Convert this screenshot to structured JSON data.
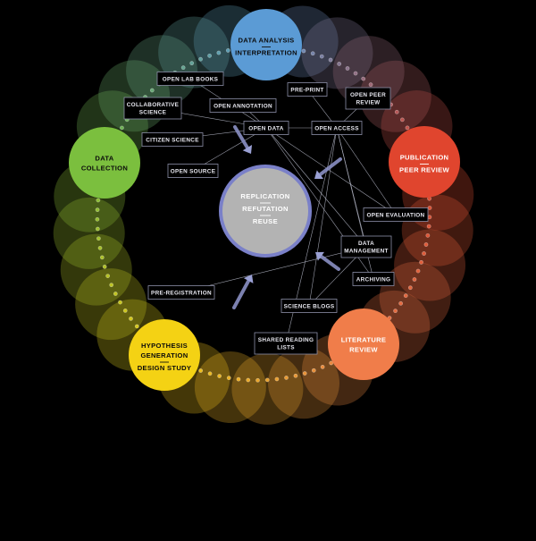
{
  "diagram": {
    "center": {
      "lines": [
        "REPLICATION",
        "REFUTATION",
        "REUSE"
      ]
    },
    "stages": [
      {
        "id": "data-analysis",
        "lines": [
          "DATA ANALYSIS",
          "INTERPRETATION"
        ],
        "divider": true,
        "color": "#5b9bd5",
        "text": "dark"
      },
      {
        "id": "publication",
        "lines": [
          "PUBLICATION",
          "PEER REVIEW"
        ],
        "divider": true,
        "color": "#e0452e",
        "text": "light"
      },
      {
        "id": "literature-review",
        "lines": [
          "LITERATURE",
          "REVIEW"
        ],
        "divider": false,
        "color": "#f07d4a",
        "text": "light"
      },
      {
        "id": "hypothesis",
        "lines": [
          "HYPOTHESIS",
          "GENERATION",
          "DESIGN STUDY"
        ],
        "divider": true,
        "color": "#f4d214",
        "text": "dark"
      },
      {
        "id": "data-collection",
        "lines": [
          "DATA",
          "COLLECTION"
        ],
        "divider": false,
        "color": "#7bbf3e",
        "text": "dark"
      }
    ],
    "tags": [
      {
        "id": "open-lab-books",
        "lines": [
          "OPEN LAB BOOKS"
        ]
      },
      {
        "id": "collaborative-science",
        "lines": [
          "COLLABORATIVE",
          "SCIENCE"
        ]
      },
      {
        "id": "open-annotation",
        "lines": [
          "OPEN ANNOTATION"
        ]
      },
      {
        "id": "pre-print",
        "lines": [
          "PRE-PRINT"
        ]
      },
      {
        "id": "open-peer-review",
        "lines": [
          "OPEN PEER",
          "REVIEW"
        ]
      },
      {
        "id": "citizen-science",
        "lines": [
          "CITIZEN SCIENCE"
        ]
      },
      {
        "id": "open-data",
        "lines": [
          "OPEN DATA"
        ]
      },
      {
        "id": "open-access",
        "lines": [
          "OPEN ACCESS"
        ]
      },
      {
        "id": "open-source",
        "lines": [
          "OPEN SOURCE"
        ]
      },
      {
        "id": "open-evaluation",
        "lines": [
          "OPEN EVALUATION"
        ]
      },
      {
        "id": "data-management",
        "lines": [
          "DATA",
          "MANAGEMENT"
        ]
      },
      {
        "id": "archiving",
        "lines": [
          "ARCHIVING"
        ]
      },
      {
        "id": "pre-registration",
        "lines": [
          "PRE-REGISTRATION"
        ]
      },
      {
        "id": "science-blogs",
        "lines": [
          "SCIENCE BLOGS"
        ]
      },
      {
        "id": "shared-reading-lists",
        "lines": [
          "SHARED READING",
          "LISTS"
        ]
      }
    ],
    "links": [
      [
        "open-lab-books",
        "open-data"
      ],
      [
        "open-annotation",
        "open-data"
      ],
      [
        "collaborative-science",
        "open-data"
      ],
      [
        "citizen-science",
        "open-data"
      ],
      [
        "open-source",
        "open-data"
      ],
      [
        "open-data",
        "open-access"
      ],
      [
        "pre-print",
        "open-access"
      ],
      [
        "open-peer-review",
        "open-access"
      ],
      [
        "open-access",
        "open-evaluation"
      ],
      [
        "open-access",
        "data-management"
      ],
      [
        "open-access",
        "archiving"
      ],
      [
        "open-access",
        "science-blogs"
      ],
      [
        "open-access",
        "shared-reading-lists"
      ],
      [
        "open-data",
        "data-management"
      ],
      [
        "open-data",
        "archiving"
      ],
      [
        "open-data",
        "open-evaluation"
      ],
      [
        "pre-registration",
        "data-management"
      ],
      [
        "science-blogs",
        "data-management"
      ]
    ]
  }
}
